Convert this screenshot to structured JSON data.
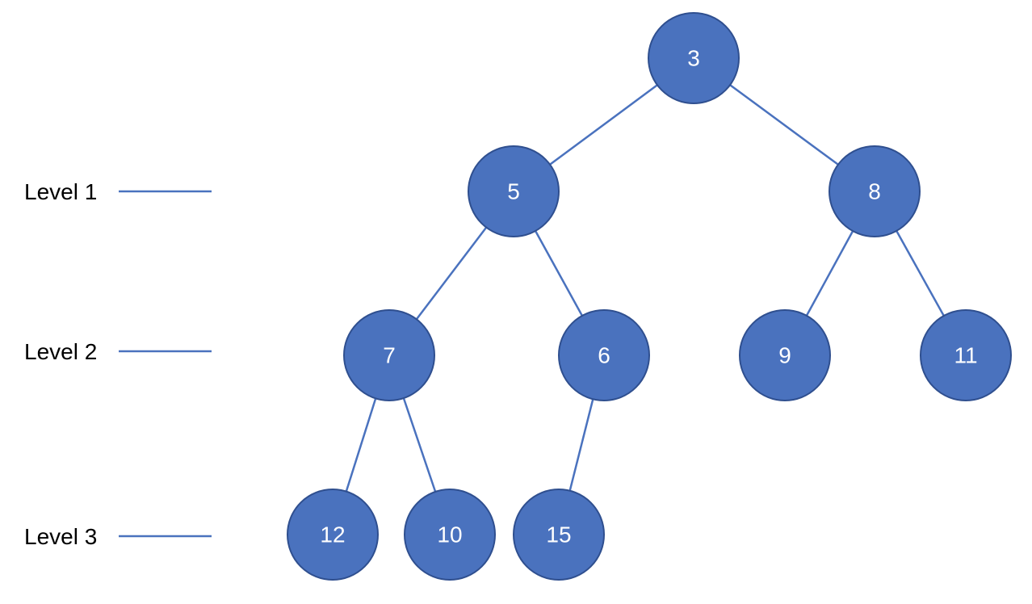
{
  "colors": {
    "node_fill": "#4A72BE",
    "node_stroke": "#2F4F8F",
    "edge": "#4A72BE",
    "level_text": "#000000",
    "node_text": "#ffffff"
  },
  "levels": [
    {
      "label": "Level 1"
    },
    {
      "label": "Level 2"
    },
    {
      "label": "Level 3"
    }
  ],
  "tree": {
    "nodes": [
      {
        "id": "n3",
        "value": "3"
      },
      {
        "id": "n5",
        "value": "5"
      },
      {
        "id": "n8",
        "value": "8"
      },
      {
        "id": "n7",
        "value": "7"
      },
      {
        "id": "n6",
        "value": "6"
      },
      {
        "id": "n9",
        "value": "9"
      },
      {
        "id": "n11",
        "value": "11"
      },
      {
        "id": "n12",
        "value": "12"
      },
      {
        "id": "n10",
        "value": "10"
      },
      {
        "id": "n15",
        "value": "15"
      }
    ],
    "edges": [
      {
        "from": "n3",
        "to": "n5"
      },
      {
        "from": "n3",
        "to": "n8"
      },
      {
        "from": "n5",
        "to": "n7"
      },
      {
        "from": "n5",
        "to": "n6"
      },
      {
        "from": "n8",
        "to": "n9"
      },
      {
        "from": "n8",
        "to": "n11"
      },
      {
        "from": "n7",
        "to": "n12"
      },
      {
        "from": "n7",
        "to": "n10"
      },
      {
        "from": "n6",
        "to": "n15"
      }
    ]
  }
}
